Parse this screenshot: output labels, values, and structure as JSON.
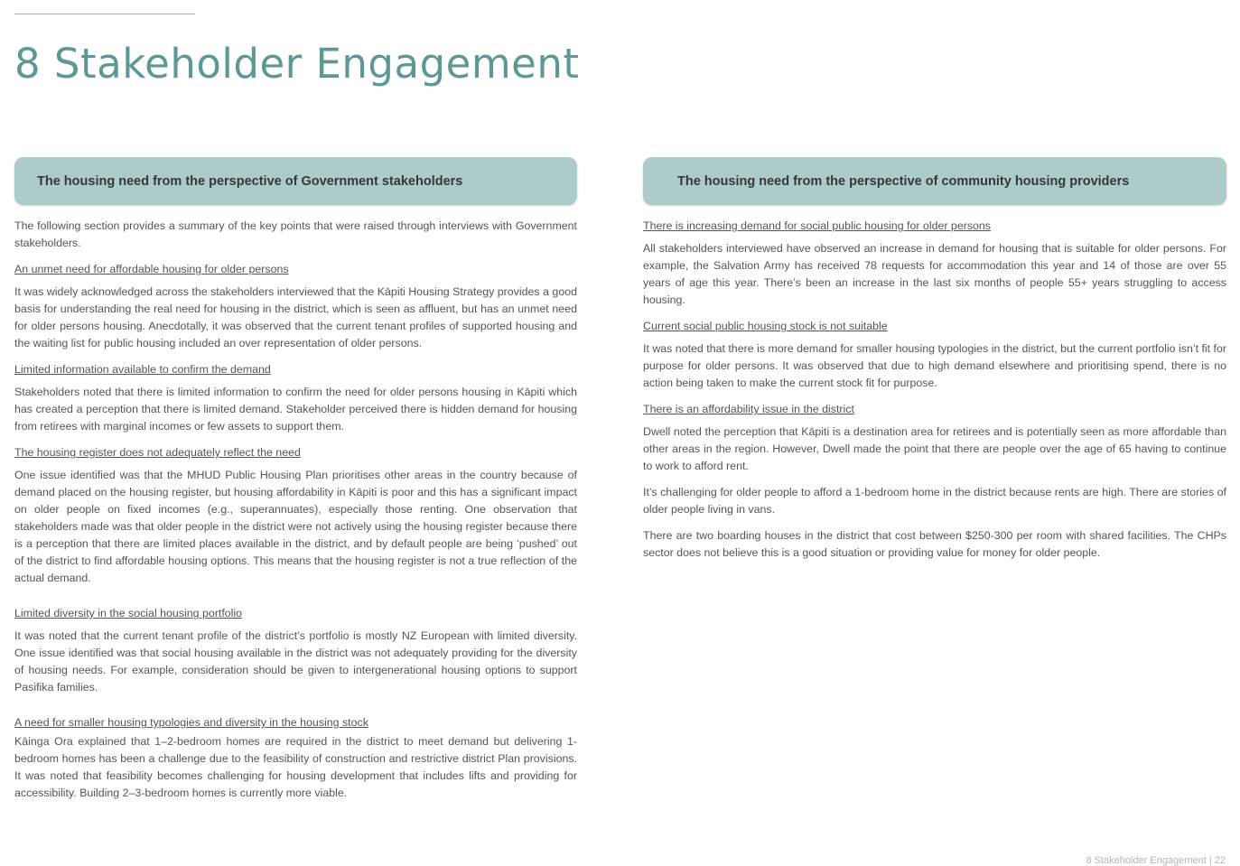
{
  "page": {
    "title": "8 Stakeholder Engagement",
    "footer": "8 Stakeholder Engagement   |  22"
  },
  "left": {
    "header": "The housing need from the perspective of Government stakeholders",
    "intro": "The following section provides a summary of the key points that were raised through interviews with Government stakeholders.",
    "sections": [
      {
        "heading": "An unmet need for affordable housing for older persons",
        "body": "It was widely acknowledged across the stakeholders interviewed that the Kāpiti Housing Strategy provides a good basis for understanding the real need for housing in the district, which is seen as affluent, but has an unmet need for older persons housing. Anecdotally, it was observed that the current tenant profiles of supported housing and the waiting list for public housing included an over representation of older persons."
      },
      {
        "heading": "Limited information available to confirm the demand",
        "body": "Stakeholders noted that there is limited information to confirm the need for older persons housing in Kāpiti which has created a perception that there is limited demand. Stakeholder perceived there is hidden demand for housing from retirees with marginal incomes or few assets to support them."
      },
      {
        "heading": "The housing register does not adequately reflect the need",
        "body": "One issue identified was that the MHUD Public Housing Plan prioritises other areas in the country because of demand placed on the housing register, but housing affordability in Kāpiti is poor and this has a significant impact on older people on fixed incomes (e.g., superannuates), especially those renting. One observation that stakeholders made was that older people in the district were not actively using the housing register because there is a perception that there are limited places available in the district, and by default people are being ‘pushed’ out of the district to find affordable housing options. This means that the housing register is not a true reflection of the actual demand."
      },
      {
        "heading": "Limited diversity in the social housing portfolio",
        "body": "It was noted that the current tenant profile of the district’s portfolio is mostly NZ European with limited diversity. One issue identified was that social housing available in the district was not adequately providing for the diversity of housing needs. For example, consideration should be given to intergenerational housing options to support Pasifika families."
      },
      {
        "heading": "A need for smaller housing typologies and diversity in the housing stock",
        "body": "Kāinga Ora explained that 1–2-bedroom homes are required in the district to meet demand but delivering 1-bedroom homes has been a challenge due to the feasibility of construction and restrictive district Plan provisions. It was noted that feasibility becomes challenging for housing development that includes lifts and providing for accessibility.  Building 2–3-bedroom homes is currently more viable."
      }
    ]
  },
  "right": {
    "header": "The housing need from the perspective of community housing providers",
    "sections": [
      {
        "heading": "There is increasing demand for social public housing for older persons",
        "body": "All stakeholders interviewed have observed an increase in demand for housing that is suitable for older persons. For example, the Salvation Army has received 78 requests for accommodation this year and 14 of those are over 55 years of age this year.  There’s been an increase in the last six months of people 55+ years struggling to access housing."
      },
      {
        "heading": "Current social public housing stock is not suitable",
        "body": "It was noted that there is more demand for smaller housing typologies in the district, but the current portfolio isn’t fit for purpose for older persons. It was observed that due to high demand elsewhere and prioritising spend, there is no action being taken to make the current stock fit for purpose."
      },
      {
        "heading": "There is an affordability issue in the district",
        "body": "Dwell noted the perception that Kāpiti is a destination area for retirees and is potentially seen as more affordable than other areas in the region. However, Dwell made the point that there are people over the age of 65 having to continue to work to afford rent.",
        "extra": [
          "It’s challenging for older people to afford a 1-bedroom home in the district because rents are high. There are stories of older people living in vans.",
          "There are two boarding houses in the district that cost between $250-300 per room with shared facilities. The CHPs sector does not believe this is a good situation or providing value for money for older people."
        ]
      }
    ]
  }
}
